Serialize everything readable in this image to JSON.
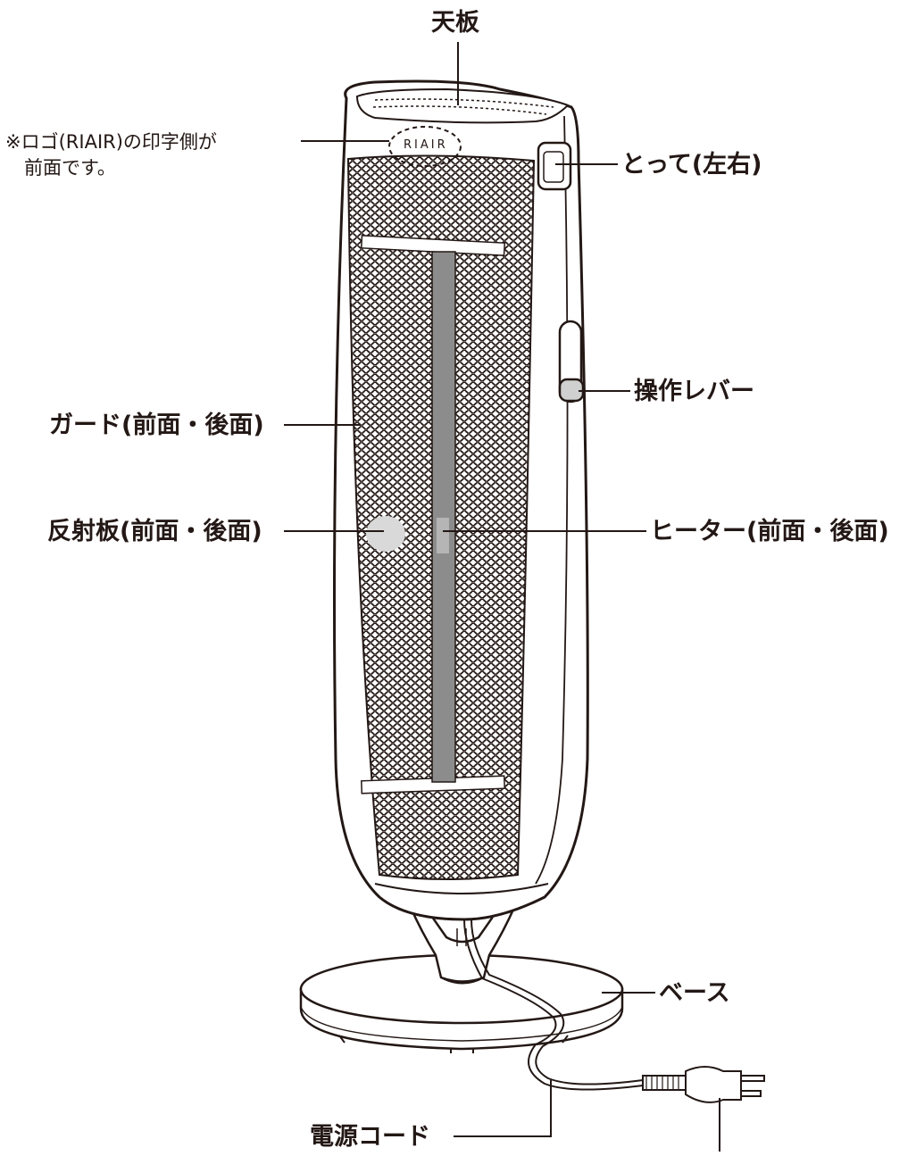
{
  "diagram": {
    "labels": {
      "top_plate": "天板",
      "logo_note_line1": "※ロゴ(RIAIR)の印字側が",
      "logo_note_line2": "前面です。",
      "handle": "とって(左右)",
      "lever": "操作レバー",
      "guard": "ガード(前面・後面)",
      "reflector": "反射板(前面・後面)",
      "heater": "ヒーター(前面・後面)",
      "base": "ベース",
      "power_cord": "電源コード"
    },
    "logo_text": "RIAIR",
    "colors": {
      "ink": "#231815",
      "heater": "#8c8c8c",
      "heater_highlight": "#b5b5b5",
      "reflector": "#d9d9d9",
      "body": "#ffffff"
    }
  }
}
